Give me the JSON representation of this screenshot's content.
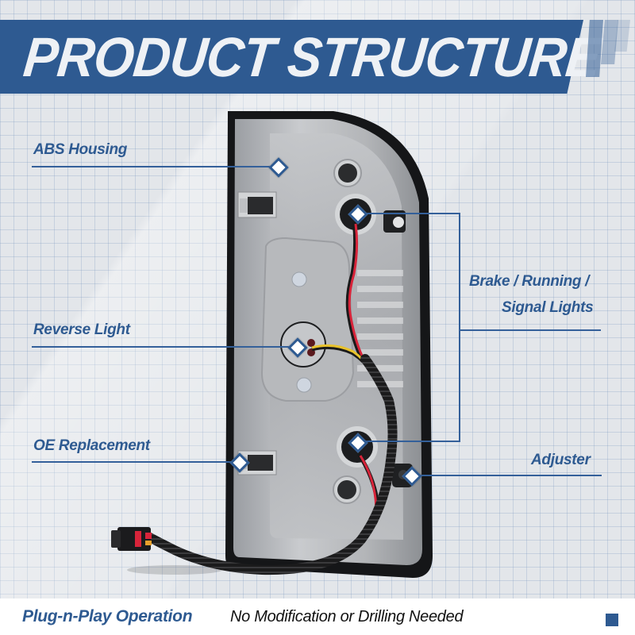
{
  "header": {
    "title": "PRODUCT STRUCTURE"
  },
  "callouts": [
    {
      "id": "abs-housing",
      "label": "ABS Housing"
    },
    {
      "id": "reverse-light",
      "label": "Reverse Light"
    },
    {
      "id": "oe-replacement",
      "label": "OE Replacement"
    },
    {
      "id": "brake-running-signal",
      "label_line1": "Brake / Running /",
      "label_line2": "Signal Lights"
    },
    {
      "id": "adjuster",
      "label": "Adjuster"
    }
  ],
  "product": {
    "name": "tail-light-assembly",
    "components": [
      "housing",
      "bulb-sockets",
      "wiring-harness",
      "connector",
      "adjuster-bolts",
      "mounting-studs"
    ]
  },
  "footer": {
    "highlight": "Plug-n-Play Operation",
    "text": "No Modification or Drilling Needed"
  },
  "colors": {
    "brand_blue": "#2e5a91",
    "grid_bg": "#e3e6ea",
    "housing_gray": "#8e9196",
    "wire_red": "#d8243a",
    "wire_yellow": "#e8c22c"
  }
}
